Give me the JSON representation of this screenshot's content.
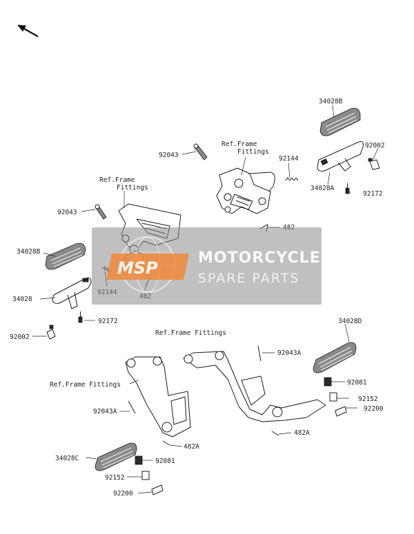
{
  "watermark": {
    "logo_text": "MSP",
    "brand": "MOTORCYCLE",
    "subtitle": "SPARE PARTS"
  },
  "labels": {
    "p_34028B_top": "34028B",
    "p_92002_right": "92002",
    "p_34028A": "34028A",
    "p_92172_right": "92172",
    "p_92043_top": "92043",
    "ref_top_line1": "Ref.Frame",
    "ref_top_line2": "Fittings",
    "p_92144_top": "92144",
    "p_482_top": "482",
    "ref_left_line1": "Ref.Frame",
    "ref_left_line2": "Fittings",
    "p_92043_left": "92043",
    "p_34028B_left": "34028B",
    "p_92144_left": "92144",
    "p_482_left": "482",
    "p_34028": "34028",
    "p_92172_left": "92172",
    "p_92002_left": "92002",
    "p_34028D": "34028D",
    "ref_bottom_mid": "Ref.Frame Fittings",
    "p_92043A_mid": "92043A",
    "p_92081_right": "92081",
    "p_92152_right": "92152",
    "p_92200_right": "92200",
    "p_482A_right": "482A",
    "ref_bottom_left": "Ref.Frame Fittings",
    "p_92043A_left": "92043A",
    "p_482A_left": "482A",
    "p_34028C": "34028C",
    "p_92081_left": "92081",
    "p_92152_left": "92152",
    "p_92200_left": "92200"
  }
}
